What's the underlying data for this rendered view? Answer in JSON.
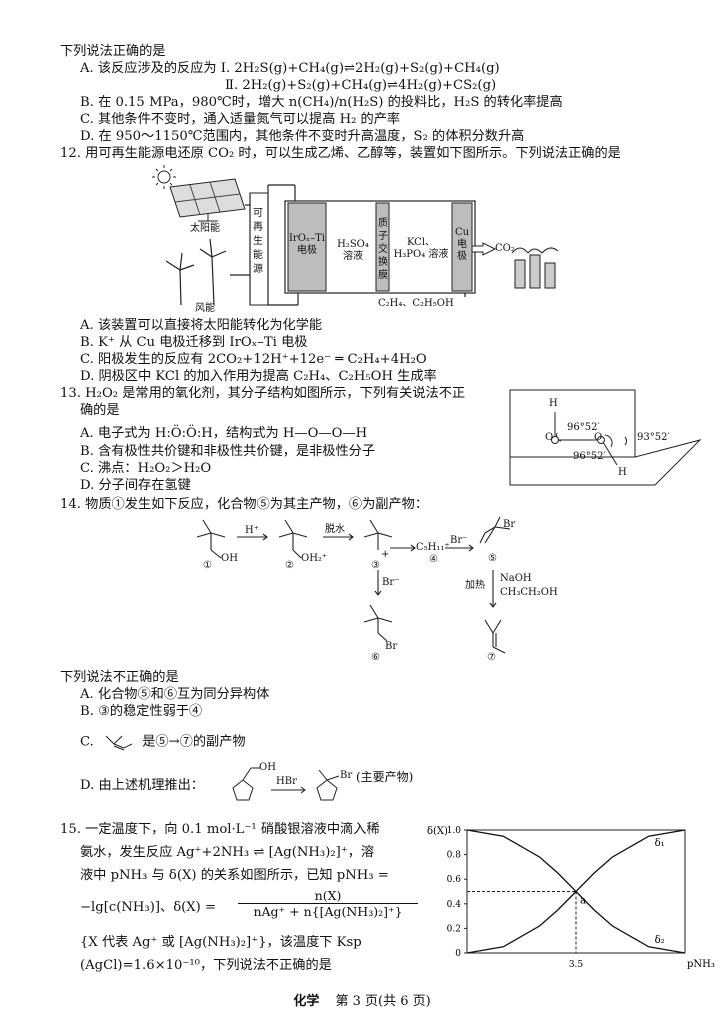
{
  "q11": {
    "stem": "下列说法正确的是",
    "A1": "A. 该反应涉及的反应为 Ⅰ. 2H₂S(g)+CH₄(g)⇌2H₂(g)+S₂(g)+CH₄(g)",
    "A2": "Ⅱ. 2H₂(g)+S₂(g)+CH₄(g)⇌4H₂(g)+CS₂(g)",
    "B": "B. 在 0.15 MPa，980℃时，增大 n(CH₄)/n(H₂S) 的投料比，H₂S 的转化率提高",
    "C": "C. 其他条件不变时，通入适量氮气可以提高 H₂ 的产率",
    "D": "D. 在 950～1150℃范围内，其他条件不变时升高温度，S₂ 的体积分数升高"
  },
  "q12": {
    "stem": "12. 用可再生能源电还原 CO₂ 时，可以生成乙烯、乙醇等，装置如下图所示。下列说法正确的是",
    "fig": {
      "solar": "太阳能",
      "wind": "风能",
      "renew": [
        "可",
        "再",
        "生",
        "能",
        "源"
      ],
      "anode": [
        "IrOₓ–Ti",
        "电极"
      ],
      "h2so4": [
        "H₂SO₄",
        "溶液"
      ],
      "pem": [
        "质",
        "子",
        "交",
        "换",
        "膜"
      ],
      "kcl": [
        "KCl、",
        "H₃PO₄ 溶液"
      ],
      "cu": [
        "Cu",
        "电",
        "极"
      ],
      "co2": "CO₂",
      "products": "C₂H₄、C₂H₅OH"
    },
    "A": "A. 该装置可以直接将太阳能转化为化学能",
    "B": "B. K⁺ 从 Cu 电极迁移到 IrOₓ–Ti 电极",
    "C": "C. 阳极发生的反应有 2CO₂+12H⁺+12e⁻ ═ C₂H₄+4H₂O",
    "D": "D. 阴极区中 KCl 的加入作用为提高 C₂H₄、C₂H₅OH 生成率"
  },
  "q13": {
    "stem1": "13. H₂O₂ 是常用的氧化剂，其分子结构如图所示，下列有关说法不正",
    "stem2": "确的是",
    "A": "A. 电子式为 H:Ö:Ö:H，结构式为 H—O—O—H",
    "B": "B. 含有极性共价键和非极性共价键，是非极性分子",
    "C": "C. 沸点：H₂O₂＞H₂O",
    "D": "D. 分子间存在氢键",
    "fig": {
      "H": "H",
      "O": "O",
      "angle1": "96°52′",
      "angle2": "96°52′",
      "angle3": "93°52′"
    }
  },
  "q14": {
    "stem": "14. 物质①发生如下反应，化合物⑤为其主产物，⑥为副产物：",
    "fig": {
      "c1": "①",
      "c2": "②",
      "c3": "③",
      "c4": "④",
      "c5": "⑤",
      "c6": "⑥",
      "c7": "⑦",
      "OH": "OH",
      "OH2": "OH₂⁺",
      "Hplus": "H⁺",
      "dehyd": "脱水",
      "plus": "+",
      "c5h11": "C₅H₁₁⁺",
      "brm": "Br⁻",
      "br": "Br",
      "heat": "加热",
      "naoh": "NaOH",
      "solvent": "CH₃CH₂OH"
    },
    "q": "下列说法不正确的是",
    "A": "A. 化合物⑤和⑥互为同分异构体",
    "B": "B. ③的稳定性弱于④",
    "C1": "C.",
    "C2": "是⑤→⑦的副产物",
    "D1": "D. 由上述机理推出：",
    "Dr": "HBr",
    "Dp": "(主要产物)",
    "Doh": "OH",
    "Dbr": "Br"
  },
  "q15": {
    "l1": "15. 一定温度下，向 0.1 mol·L⁻¹ 硝酸银溶液中滴入稀",
    "l2": "氨水，发生反应 Ag⁺+2NH₃ ⇌ [Ag(NH₃)₂]⁺，溶",
    "l3": "液中 pNH₃ 与 δ(X) 的关系如图所示，已知 pNH₃ =",
    "l4a": "−lg[c(NH₃)]、δ(X) =",
    "num": "n(X)",
    "den": "nAg⁺ + n{[Ag(NH₃)₂]⁺}",
    "l5": "{X 代表 Ag⁺ 或 [Ag(NH₃)₂]⁺}，该温度下 Ksp",
    "l6": "(AgCl)=1.6×10⁻¹⁰，下列说法不正确的是"
  },
  "chart_data": {
    "type": "line",
    "ylabel": "δ(X)",
    "xlabel": "pNH₃",
    "ylim": [
      0,
      1.0
    ],
    "yticks": [
      "0",
      "0.2",
      "0.4",
      "0.6",
      "0.8",
      "1.0"
    ],
    "xticks": [
      "3.5"
    ],
    "series": [
      {
        "name": "δ₁",
        "x": [
          2.0,
          2.5,
          3.0,
          3.25,
          3.5,
          3.75,
          4.0,
          4.5,
          5.0
        ],
        "values": [
          0.0,
          0.05,
          0.22,
          0.35,
          0.5,
          0.65,
          0.78,
          0.95,
          1.0
        ]
      },
      {
        "name": "δ₂",
        "x": [
          2.0,
          2.5,
          3.0,
          3.25,
          3.5,
          3.75,
          4.0,
          4.5,
          5.0
        ],
        "values": [
          1.0,
          0.95,
          0.78,
          0.65,
          0.5,
          0.35,
          0.22,
          0.05,
          0.0
        ]
      }
    ],
    "annotation": "a",
    "gridlines": true
  },
  "footer": {
    "subject": "化学",
    "page": "第 3 页(共 6 页)"
  }
}
